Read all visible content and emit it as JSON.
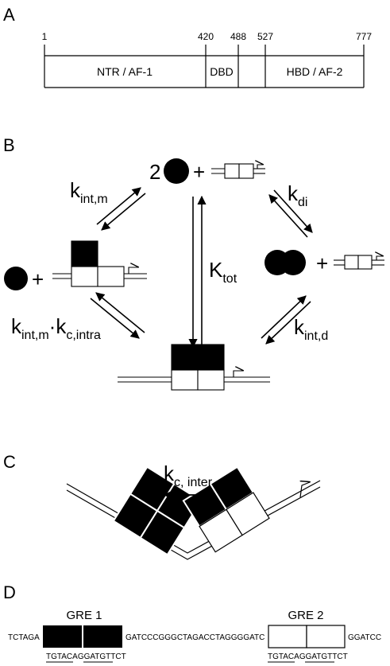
{
  "panels": {
    "a": "A",
    "b": "B",
    "c": "C",
    "d": "D"
  },
  "domain_map": {
    "positions": [
      "1",
      "420",
      "488",
      "527",
      "777"
    ],
    "domains": [
      "NTR / AF-1",
      "DBD",
      "",
      "HBD / AF-2"
    ]
  },
  "scheme": {
    "coef_two": "2",
    "plus": "+",
    "k_int_m": {
      "base": "k",
      "sub": "int,m"
    },
    "k_di": {
      "base": "k",
      "sub": "di"
    },
    "K_tot": {
      "base": "K",
      "sub": "tot"
    },
    "k_int_d": {
      "base": "k",
      "sub": "int,d"
    },
    "k_int_m_intra": {
      "base1": "k",
      "sub1": "int,m",
      "dot": "·",
      "base2": "k",
      "sub2": "c,intra"
    }
  },
  "panel_c": {
    "k_c_inter": {
      "base": "k",
      "sub": "c, inter"
    }
  },
  "panel_d": {
    "gre1": "GRE 1",
    "gre2": "GRE 2",
    "seq_left": "TCTAGA",
    "seq_mid": "GATCCCGGGCTAGACCTAGGGGATC",
    "seq_right": "GGATCC",
    "gre_seq_1": "TGTACAGGATGTTCT",
    "gre_seq_2": "TGTACAGGATGTTCT"
  }
}
